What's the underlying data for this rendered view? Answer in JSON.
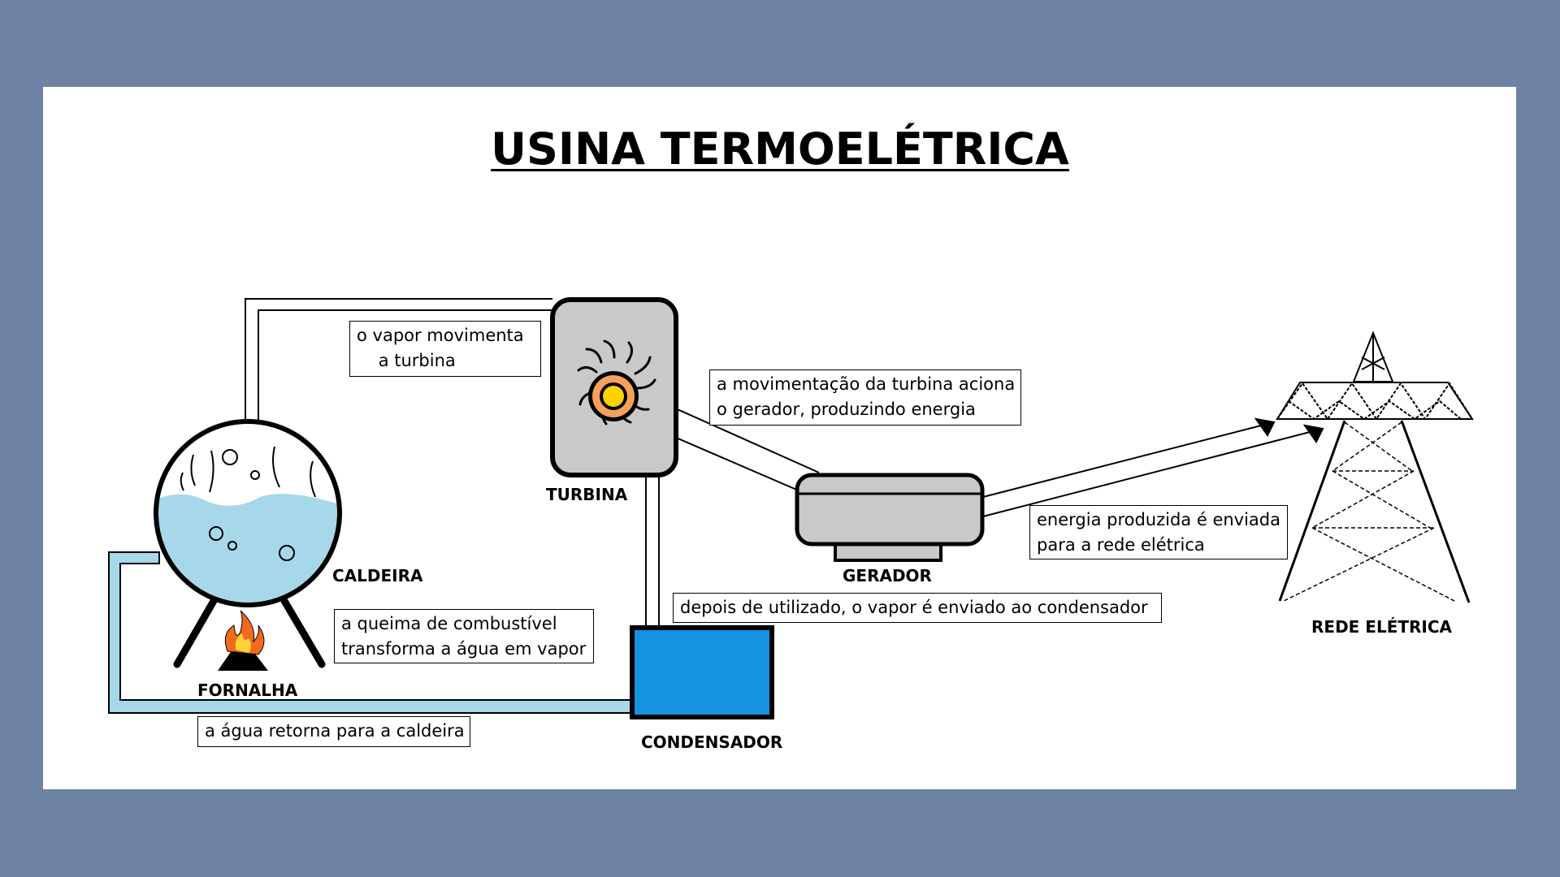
{
  "title": "USINA TERMOELÉTRICA",
  "components": {
    "caldeira": "CALDEIRA",
    "fornalha": "FORNALHA",
    "turbina": "TURBINA",
    "gerador": "GERADOR",
    "condensador": "CONDENSADOR",
    "rede": "REDE ELÉTRICA"
  },
  "notes": {
    "vapor_turbina": "o vapor movimenta\n    a turbina",
    "turbina_gerador": "a movimentação da turbina aciona\no gerador, produzindo energia",
    "energia_rede": "energia produzida é enviada\npara a rede elétrica",
    "vapor_condensador": "depois de utilizado, o vapor é enviado ao condensador",
    "queima": "a queima de combustível\ntransforma a água em vapor",
    "agua_retorna": "a água retorna para a caldeira"
  },
  "colors": {
    "background": "#6e83a3",
    "panel": "#ffffff",
    "water": "#a6d8ea",
    "condenser": "#1592e0",
    "turbine_body": "#c9c9c9",
    "generator_body": "#c9c9c9",
    "flame": "#f26a1b"
  }
}
